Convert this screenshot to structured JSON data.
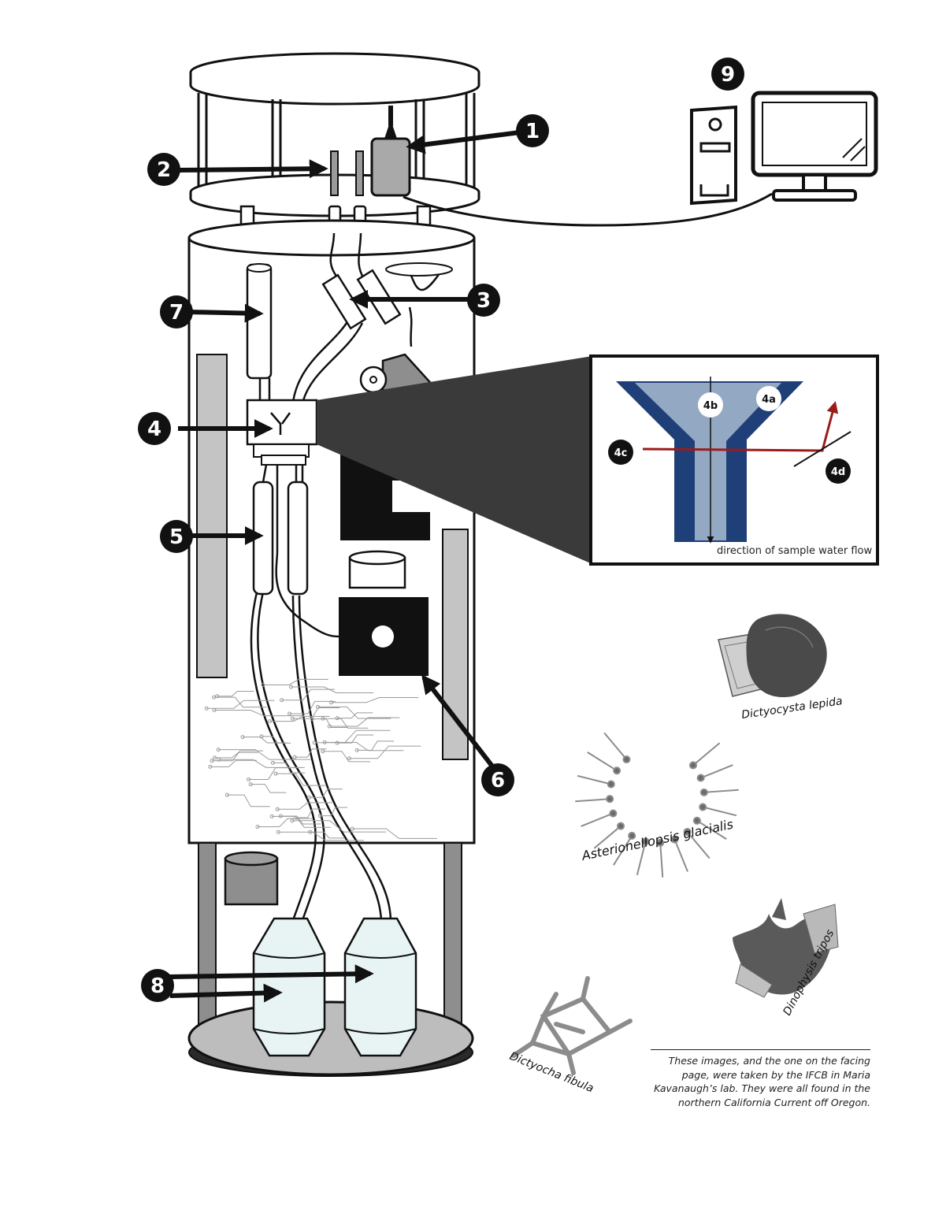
{
  "badges": {
    "b1": "1",
    "b2": "2",
    "b3": "3",
    "b4": "4",
    "b5": "5",
    "b6": "6",
    "b7": "7",
    "b8": "8",
    "b9": "9"
  },
  "inset": {
    "label_4a": "4a",
    "label_4b": "4b",
    "label_4c": "4c",
    "label_4d": "4d",
    "flow_text": "direction of sample water flow"
  },
  "species": {
    "s1": "Dictyocysta lepida",
    "s2": "Asterionellopsis glacialis",
    "s3": "Dinophysis tripos",
    "s4": "Dictyocha fibula"
  },
  "caption": {
    "l1": "These images, and the one on the facing",
    "l2": "page, were taken by the IFCB in Maria",
    "l3": "Kavanaugh’s lab. They were all found in the",
    "l4": "northern California Current off Oregon."
  },
  "colors": {
    "ink": "#111111",
    "grey": "#bdbdbd",
    "dark_grey": "#8e8e8e",
    "laser_red": "#9b1b1b",
    "channel_blue": "#1f3f78",
    "bottle_tint": "#e8f4f4"
  }
}
